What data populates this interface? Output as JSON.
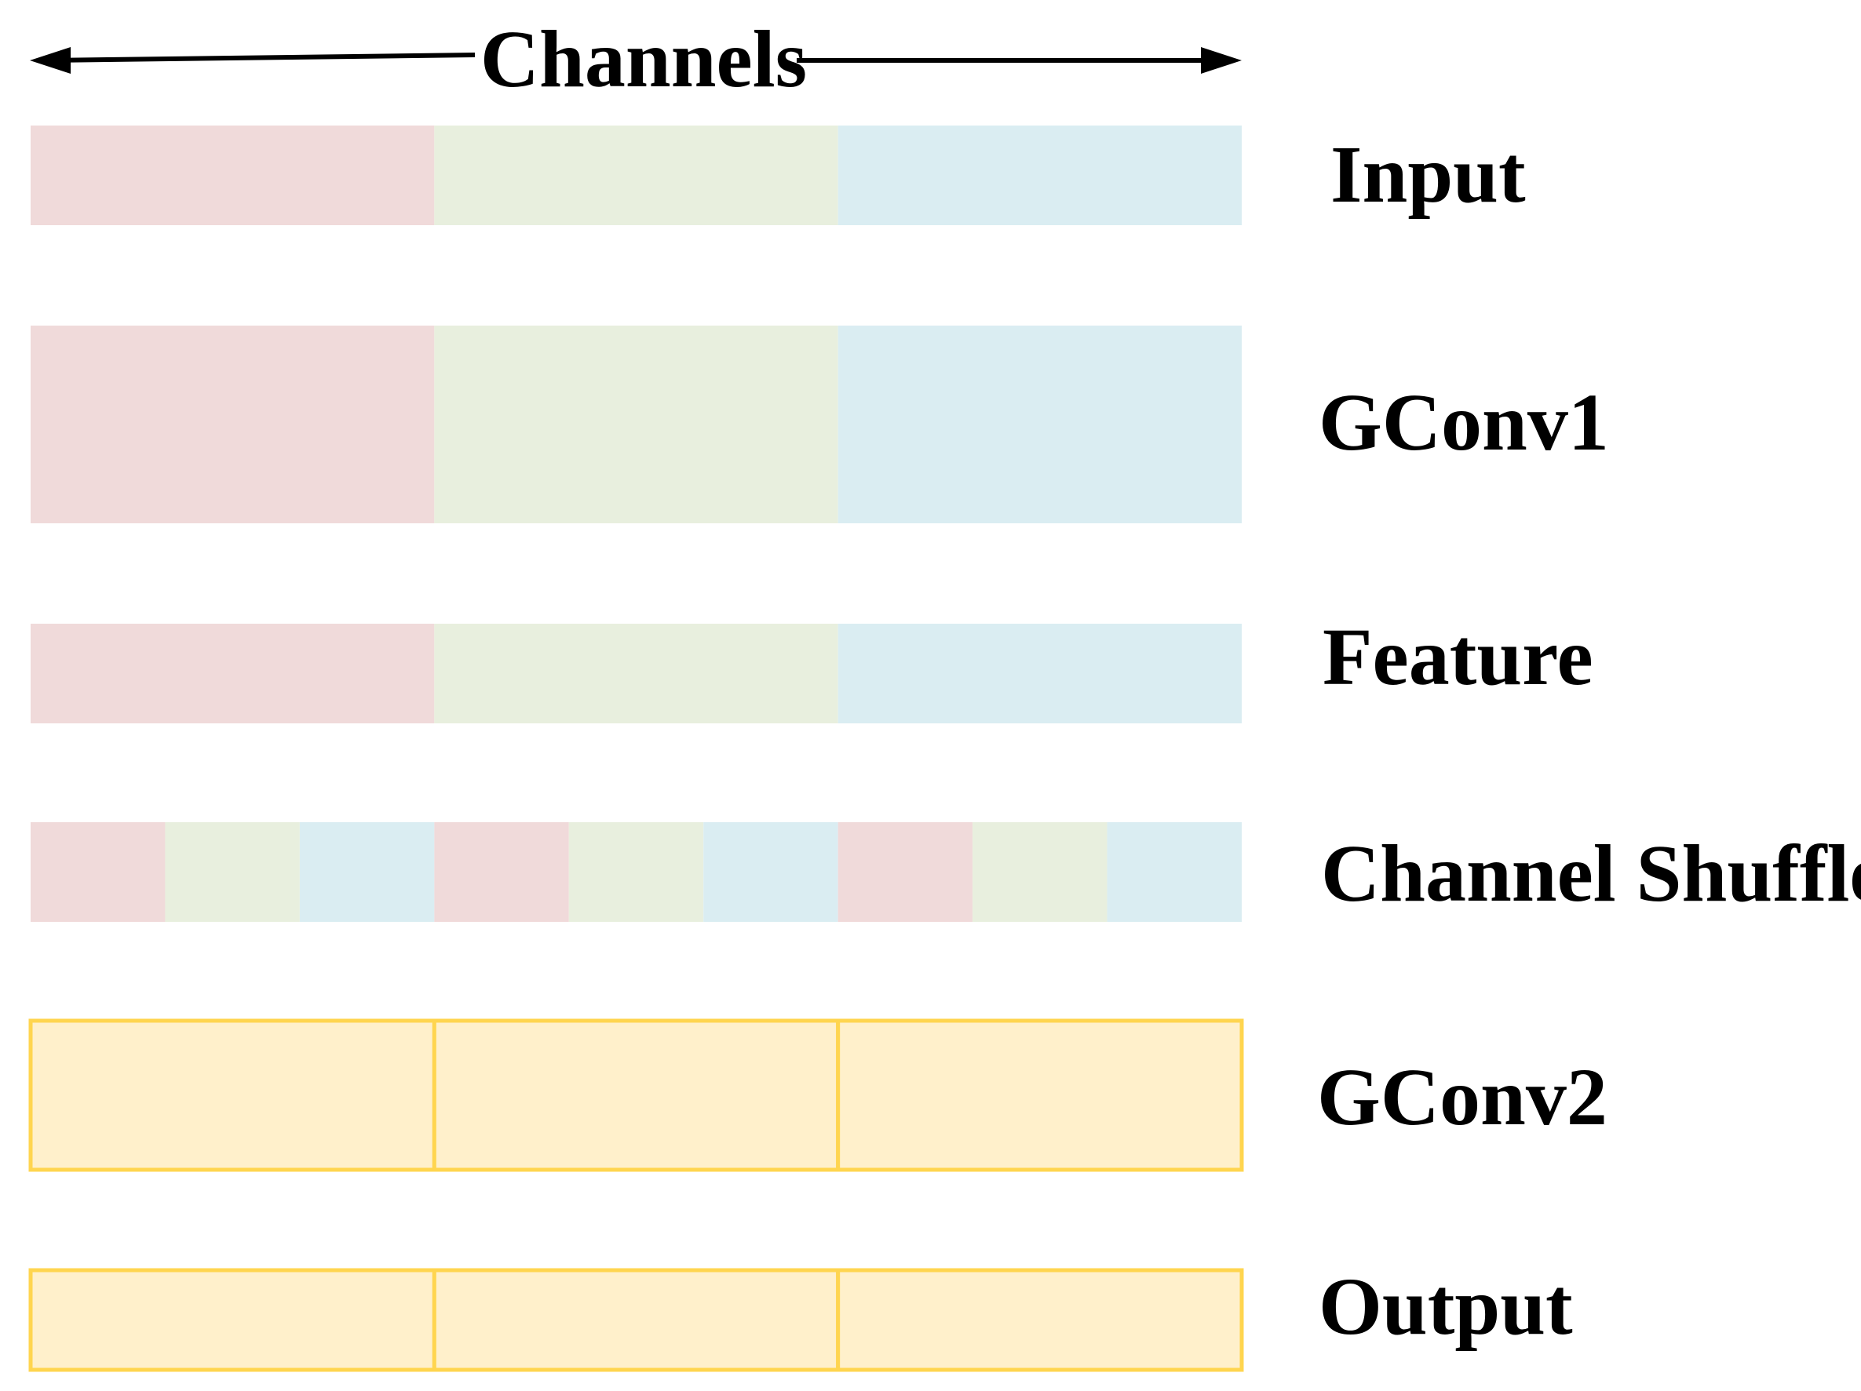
{
  "axis": {
    "label": "Channels"
  },
  "colors": {
    "group_a": "#F0DADA",
    "group_b": "#E8EFDE",
    "group_c": "#DAEDF2",
    "output_fill": "#FFF0CB",
    "output_stroke": "#FFD54F",
    "text": "#000000",
    "arrow": "#000000"
  },
  "rows": [
    {
      "label": "Input",
      "segments": [
        "group_a",
        "group_b",
        "group_c"
      ],
      "outlined": false
    },
    {
      "label": "GConv1",
      "segments": [
        "group_a",
        "group_b",
        "group_c"
      ],
      "outlined": false
    },
    {
      "label": "Feature",
      "segments": [
        "group_a",
        "group_b",
        "group_c"
      ],
      "outlined": false
    },
    {
      "label": "Channel Shuffle",
      "segments": [
        "group_a",
        "group_b",
        "group_c",
        "group_a",
        "group_b",
        "group_c",
        "group_a",
        "group_b",
        "group_c"
      ],
      "outlined": false
    },
    {
      "label": "GConv2",
      "segments": [
        "output_fill",
        "output_fill",
        "output_fill"
      ],
      "outlined": true
    },
    {
      "label": "Output",
      "segments": [
        "output_fill",
        "output_fill",
        "output_fill"
      ],
      "outlined": true
    }
  ]
}
